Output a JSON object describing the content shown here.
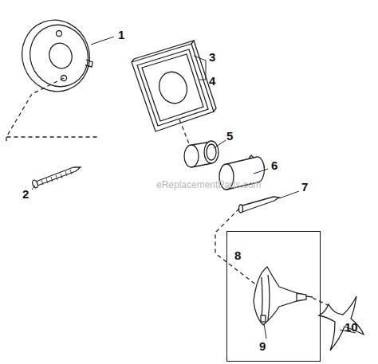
{
  "diagram": {
    "nodes": [
      {
        "text": [
          "8",
          "9"
        ]
      }
    ],
    "labels": [
      "1",
      "2",
      "3",
      "4",
      "5",
      "6",
      "7",
      "10",
      "eReplacementParts.com"
    ]
  }
}
